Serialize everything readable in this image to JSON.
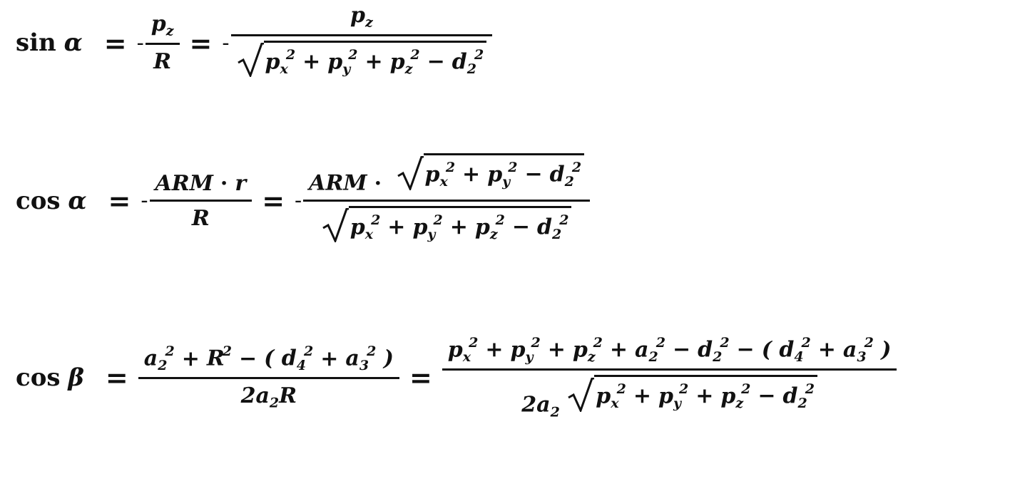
{
  "equations": [
    {
      "lhs": {
        "fn": "sin",
        "var": "α"
      },
      "rel1": "=",
      "neg1": "-",
      "num1": "p_z",
      "den1": "R",
      "rel2": "=",
      "neg2": "-",
      "num2": "p_z",
      "den2": "sqrt(p_x^2 + p_y^2 + p_z^2 - d_2^2)"
    },
    {
      "lhs": {
        "fn": "cos",
        "var": "α"
      },
      "rel1": "=",
      "neg1": "-",
      "num1": "ARM · r",
      "den1": "R",
      "rel2": "=",
      "neg2": "-",
      "num2": "ARM · sqrt(p_x^2 + p_y^2 - d_2^2)",
      "den2": "sqrt(p_x^2 + p_y^2 + p_z^2 - d_2^2)"
    },
    {
      "lhs": {
        "fn": "cos",
        "var": "β"
      },
      "rel1": "=",
      "num1": "a_2^2 + R^2 - ( d_4^2 + a_3^2 )",
      "den1": "2 a_2 R",
      "rel2": "=",
      "num2": "p_x^2 + p_y^2 + p_z^2 + a_2^2 - d_2^2 - ( d_4^2 + a_3^2 )",
      "den2": "2 a_2 sqrt(p_x^2 + p_y^2 + p_z^2 - d_2^2)"
    }
  ]
}
